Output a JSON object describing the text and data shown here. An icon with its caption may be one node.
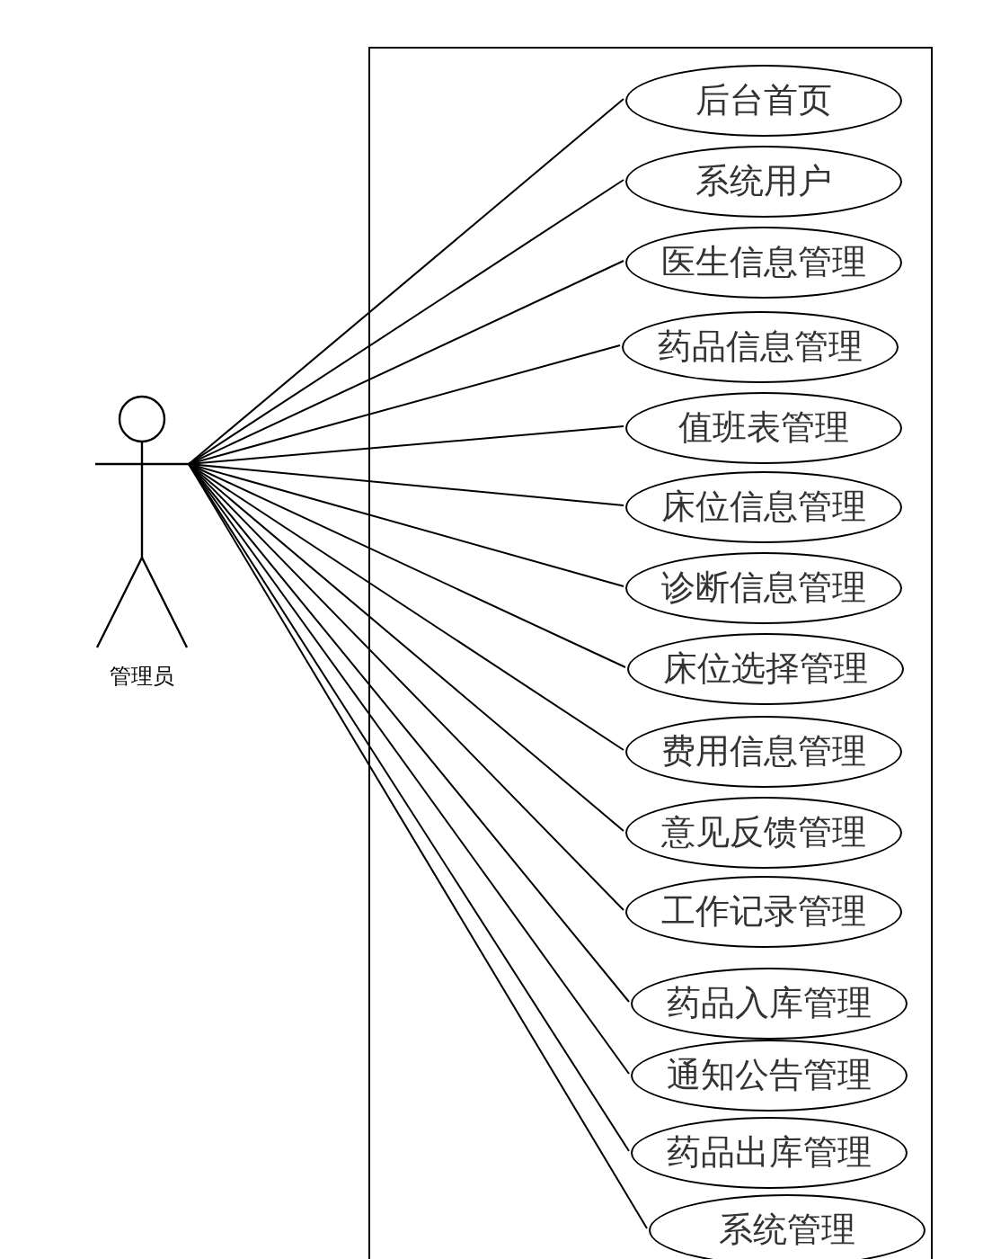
{
  "diagram": {
    "nodes": [
      {
        "text": [
          "管理员"
        ]
      },
      {
        "text": [],
        "shape": "box"
      },
      {
        "text": [
          "后台首页"
        ],
        "in": 1
      },
      {
        "text": [
          "系统用户"
        ],
        "in": 1
      },
      {
        "text": [
          "医生信息管理"
        ],
        "in": 1
      },
      {
        "text": [
          "药品信息管理"
        ],
        "in": 1
      },
      {
        "text": [
          "值班表管理"
        ],
        "in": 1
      },
      {
        "text": [
          "床位信息管理"
        ],
        "in": 1
      },
      {
        "text": [
          "诊断信息管理"
        ],
        "in": 1
      },
      {
        "text": [
          "床位选择管理"
        ],
        "in": 1
      },
      {
        "text": [
          "费用信息管理"
        ],
        "in": 1
      },
      {
        "text": [
          "意见反馈管理"
        ],
        "in": 1
      },
      {
        "text": [
          "工作记录管理"
        ],
        "in": 1
      },
      {
        "text": [
          "药品入库管理"
        ],
        "in": 1
      },
      {
        "text": [
          "通知公告管理"
        ],
        "in": 1
      },
      {
        "text": [
          "药品出库管理"
        ],
        "in": 1
      },
      {
        "text": [
          "系统管理"
        ],
        "in": 1
      }
    ],
    "edges": [
      {
        "from": 0,
        "to": 2,
        "arrow": "none"
      },
      {
        "from": 0,
        "to": 3,
        "arrow": "none"
      },
      {
        "from": 0,
        "to": 4,
        "arrow": "none"
      },
      {
        "from": 0,
        "to": 5,
        "arrow": "none"
      },
      {
        "from": 0,
        "to": 6,
        "arrow": "none"
      },
      {
        "from": 0,
        "to": 7,
        "arrow": "none"
      },
      {
        "from": 0,
        "to": 8,
        "arrow": "none"
      },
      {
        "from": 0,
        "to": 9,
        "arrow": "none"
      },
      {
        "from": 0,
        "to": 10,
        "arrow": "none"
      },
      {
        "from": 0,
        "to": 11,
        "arrow": "none"
      },
      {
        "from": 0,
        "to": 12,
        "arrow": "none"
      },
      {
        "from": 0,
        "to": 13,
        "arrow": "none"
      },
      {
        "from": 0,
        "to": 14,
        "arrow": "none"
      },
      {
        "from": 0,
        "to": 15,
        "arrow": "none"
      },
      {
        "from": 0,
        "to": 16,
        "arrow": "none"
      }
    ]
  }
}
